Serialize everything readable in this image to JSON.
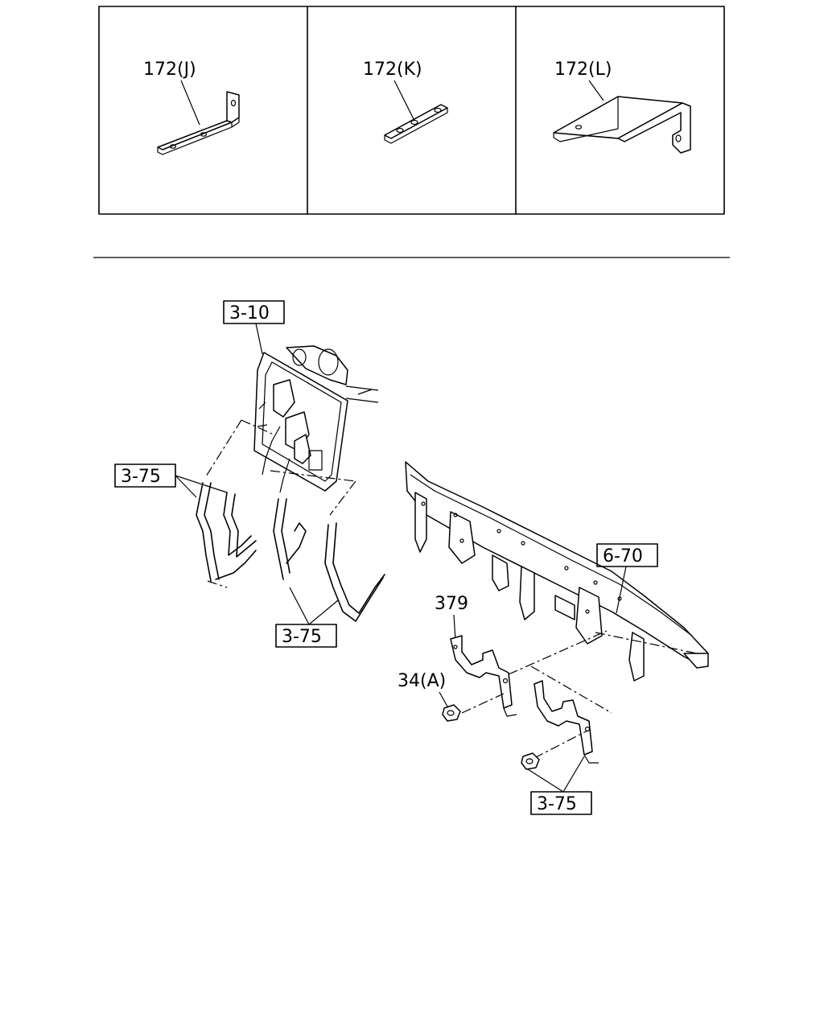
{
  "detail_panels": [
    {
      "callout": "172(J)"
    },
    {
      "callout": "172(K)"
    },
    {
      "callout": "172(L)"
    }
  ],
  "callouts": {
    "c_3_10": "3-10",
    "c_3_75_left": "3-75",
    "c_3_75_bottom": "3-75",
    "c_6_70": "6-70",
    "c_379": "379",
    "c_34a": "34(A)",
    "c_3_75_right": "3-75"
  }
}
